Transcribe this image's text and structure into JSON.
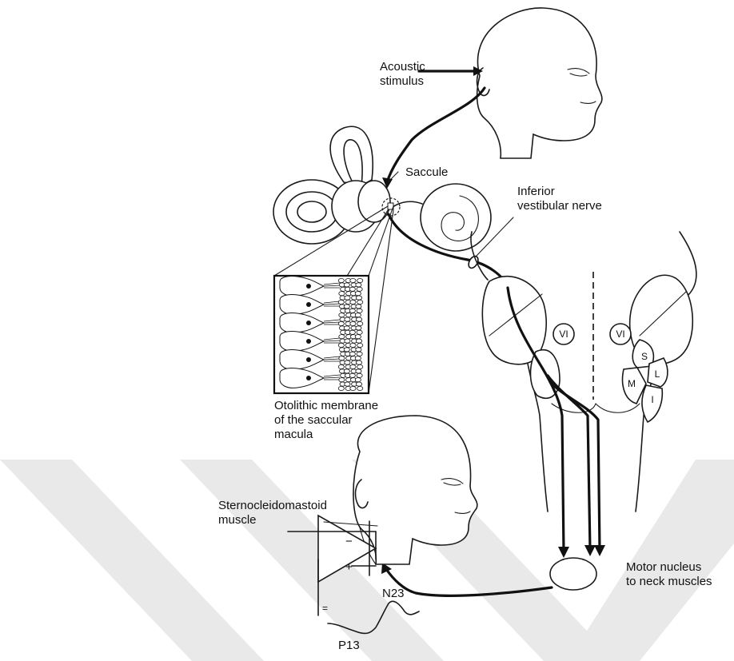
{
  "labels": {
    "acoustic_stimulus": [
      "Acoustic",
      "stimulus"
    ],
    "saccule": "Saccule",
    "inferior_vestibular_nerve": [
      "Inferior",
      "vestibular nerve"
    ],
    "otolithic_membrane": [
      "Otolithic membrane",
      "of the saccular",
      "macula"
    ],
    "sternocleidomastoid": [
      "Sternocleidomastoid",
      "muscle"
    ],
    "motor_nucleus": [
      "Motor nucleus",
      "to neck muscles"
    ],
    "nucleus_vi_left": "VI",
    "nucleus_vi_right": "VI",
    "vestibular_nuclei": {
      "superior": "S",
      "lateral": "L",
      "medial": "M",
      "inferior": "I"
    },
    "waveform_peak_n": "N23",
    "waveform_peak_p": "P13",
    "amplifier_minus": "−",
    "amplifier_plus": "+",
    "amplifier_ground": "="
  },
  "colors": {
    "ink": "#1a1a1a",
    "watermark": "#e9e9e9",
    "background": "#ffffff"
  }
}
